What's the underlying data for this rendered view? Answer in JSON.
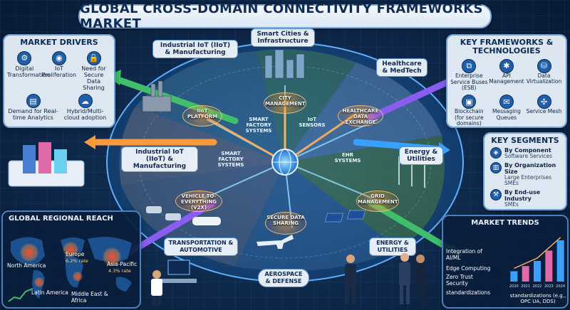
{
  "title": "GLOBAL CROSS-DOMAIN CONNECTIVITY FRAMEWORKS MARKET",
  "market_drivers": {
    "title": "MARKET DRIVERS",
    "items": [
      {
        "label": "Digital Transformation",
        "icon": "gear-icon"
      },
      {
        "label": "IoT Proliferation",
        "icon": "wifi-icon"
      },
      {
        "label": "Need for Secure Data Sharing",
        "icon": "lock-icon"
      },
      {
        "label": "Demand for Real-time Analytics",
        "icon": "analytics-icon"
      },
      {
        "label": "Hybrid/Multi-cloud adoption",
        "icon": "cloud-icon"
      }
    ]
  },
  "key_frameworks": {
    "title": "KEY FRAMEWORKS & TECHNOLOGIES",
    "items": [
      {
        "label": "Enterprise Service Buses (ESB)",
        "icon": "network-icon"
      },
      {
        "label": "API Management",
        "icon": "api-icon"
      },
      {
        "label": "Data Virtualization",
        "icon": "database-icon"
      },
      {
        "label": "Blockchain (for secure domains)",
        "icon": "blockchain-icon"
      },
      {
        "label": "Messaging Queues",
        "icon": "queue-icon"
      },
      {
        "label": "Service Mesh",
        "icon": "mesh-icon"
      }
    ]
  },
  "key_segments": {
    "title": "KEY SEGMENTS",
    "items": [
      {
        "head": "By Component",
        "sub": "Software Services",
        "icon": "component-icon"
      },
      {
        "head": "By Organization Size",
        "sub": "Large Enterprises SMEs",
        "icon": "building-icon"
      },
      {
        "head": "By End-use Industry",
        "sub": "SMEs",
        "icon": "industry-icon"
      }
    ]
  },
  "domains": {
    "industrial_top": "Industrial IoT (IIoT) & Manufacturing",
    "smart_cities": "Smart Cities & Infrastructure",
    "healthcare": "Healthcare & MedTech",
    "industrial_mid": "Industrial IoT (IIoT) & Manufacturing",
    "energy": "Energy & Utilities",
    "transport": "TRANSPORTATION & AUTOMOTIVE",
    "aerospace": "AEROSPACE & DEFENSE",
    "energy_bottom": "ENERGY & UTILITIES"
  },
  "hubs": {
    "iiot_platform": "IIoT PLATFORM",
    "city_management": "CITY MANAGEMENT",
    "healthcare_exchange": "HEALTHCARE DATA EXCHANGE",
    "v2x": "VEHICLE-TO-EVERYTHING (V2X)",
    "grid": "GRID MANAGEMENT",
    "secure_sharing": "SECURE DATA SHARING"
  },
  "flows": {
    "smart_factory_top": "SMART FACTORY SYSTEMS",
    "iot_sensors": "IoT SENSORS",
    "smart_factory_mid": "SMART FACTORY SYSTEMS",
    "ehr": "EHR SYSTEMS"
  },
  "regional": {
    "title": "GLOBAL REGIONAL REACH",
    "north_america": "North America",
    "europe": "Europe",
    "europe_rate": "6.2% rate",
    "asia_pacific": "Asia-Pacific",
    "asia_rate": "4.3% rate",
    "latin_america": "Latin America",
    "middle_east": "Middle East & Africa"
  },
  "trends": {
    "title": "MARKET TRENDS",
    "items": [
      "Integration of AI/ML",
      "Edge Computing",
      "Zero Trust Security",
      "standardizations"
    ],
    "footer": "standardizations (e.g., OPC UA, DDS)",
    "years": [
      "2020",
      "2021",
      "2022",
      "2023",
      "2024"
    ],
    "values": [
      2,
      3,
      4,
      6,
      8
    ]
  },
  "colors": {
    "accent": "#1f5fa8",
    "arrow_green": "#3fbf6a",
    "arrow_orange": "#ff9a3c",
    "arrow_purple": "#8a5cf0",
    "arrow_blue": "#3aa0ff"
  }
}
